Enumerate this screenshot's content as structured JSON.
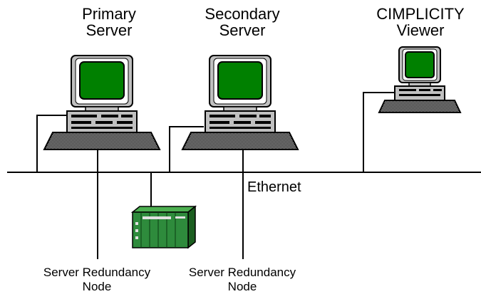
{
  "labels": {
    "primary_server": [
      "Primary",
      "Server"
    ],
    "secondary_server": [
      "Secondary",
      "Server"
    ],
    "viewer": [
      "CIMPLICITY",
      "Viewer"
    ],
    "network": "Ethernet",
    "redundancy_node_left": [
      "Server Redundancy",
      "Node"
    ],
    "redundancy_node_right": [
      "Server Redundancy",
      "Node"
    ]
  },
  "colors": {
    "screen": "#008000",
    "monitor_body": "#c0c0c0",
    "plc_body": "#2e8b3c",
    "line": "#000000"
  }
}
